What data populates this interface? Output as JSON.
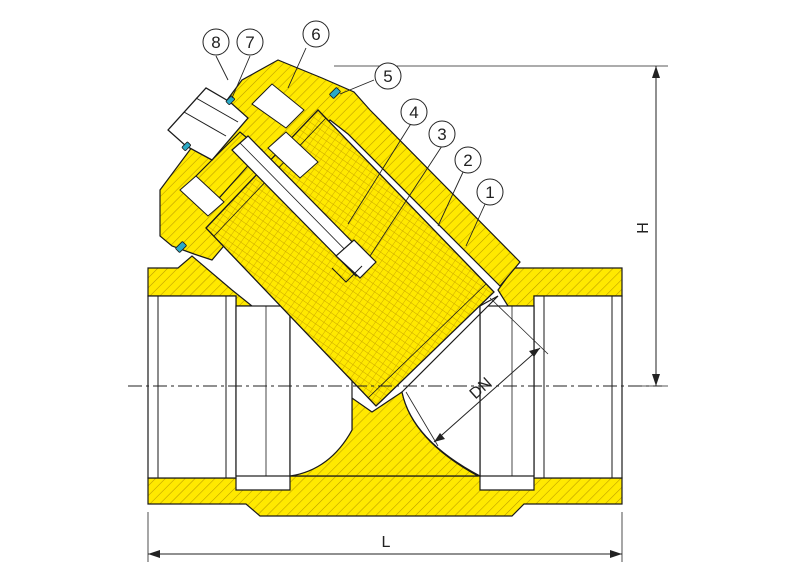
{
  "colors": {
    "body": "#ffe900",
    "outline": "#1a1a1a",
    "hatch": "#b89a00",
    "mesh": "#c9a600",
    "seal": "#2aa9c6",
    "bore": "#ffffff",
    "dim": "#222222"
  },
  "callouts": [
    "1",
    "2",
    "3",
    "4",
    "5",
    "6",
    "7",
    "8"
  ],
  "dimensions": {
    "length": "L",
    "height": "H",
    "nominal": "DN"
  }
}
